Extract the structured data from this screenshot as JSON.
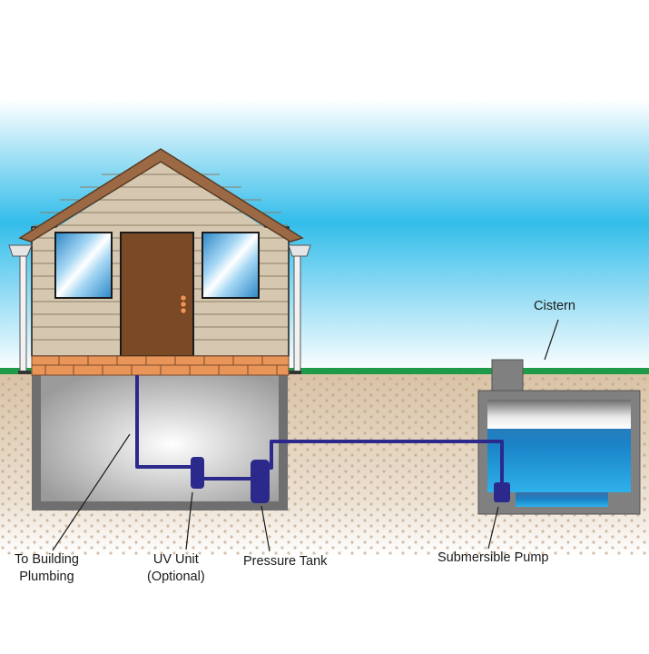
{
  "labels": {
    "cistern": "Cistern",
    "building_plumbing_line1": "To Building",
    "building_plumbing_line2": "Plumbing",
    "uv_unit_line1": "UV Unit",
    "uv_unit_line2": "(Optional)",
    "pressure_tank": "Pressure Tank",
    "submersible_pump": "Submersible Pump"
  },
  "colors": {
    "sky_top": "#ffffff",
    "sky_mid": "#33bdea",
    "grass": "#1f9a49",
    "soil": "#e4d3bd",
    "pipe": "#2b2a8c",
    "water": "#1a84c8",
    "roof": "#9b6a45",
    "siding": "#d6c8b0",
    "door": "#7a4a26",
    "brick": "#e9955a",
    "basement": "#bdbdbd",
    "concrete": "#808080"
  }
}
